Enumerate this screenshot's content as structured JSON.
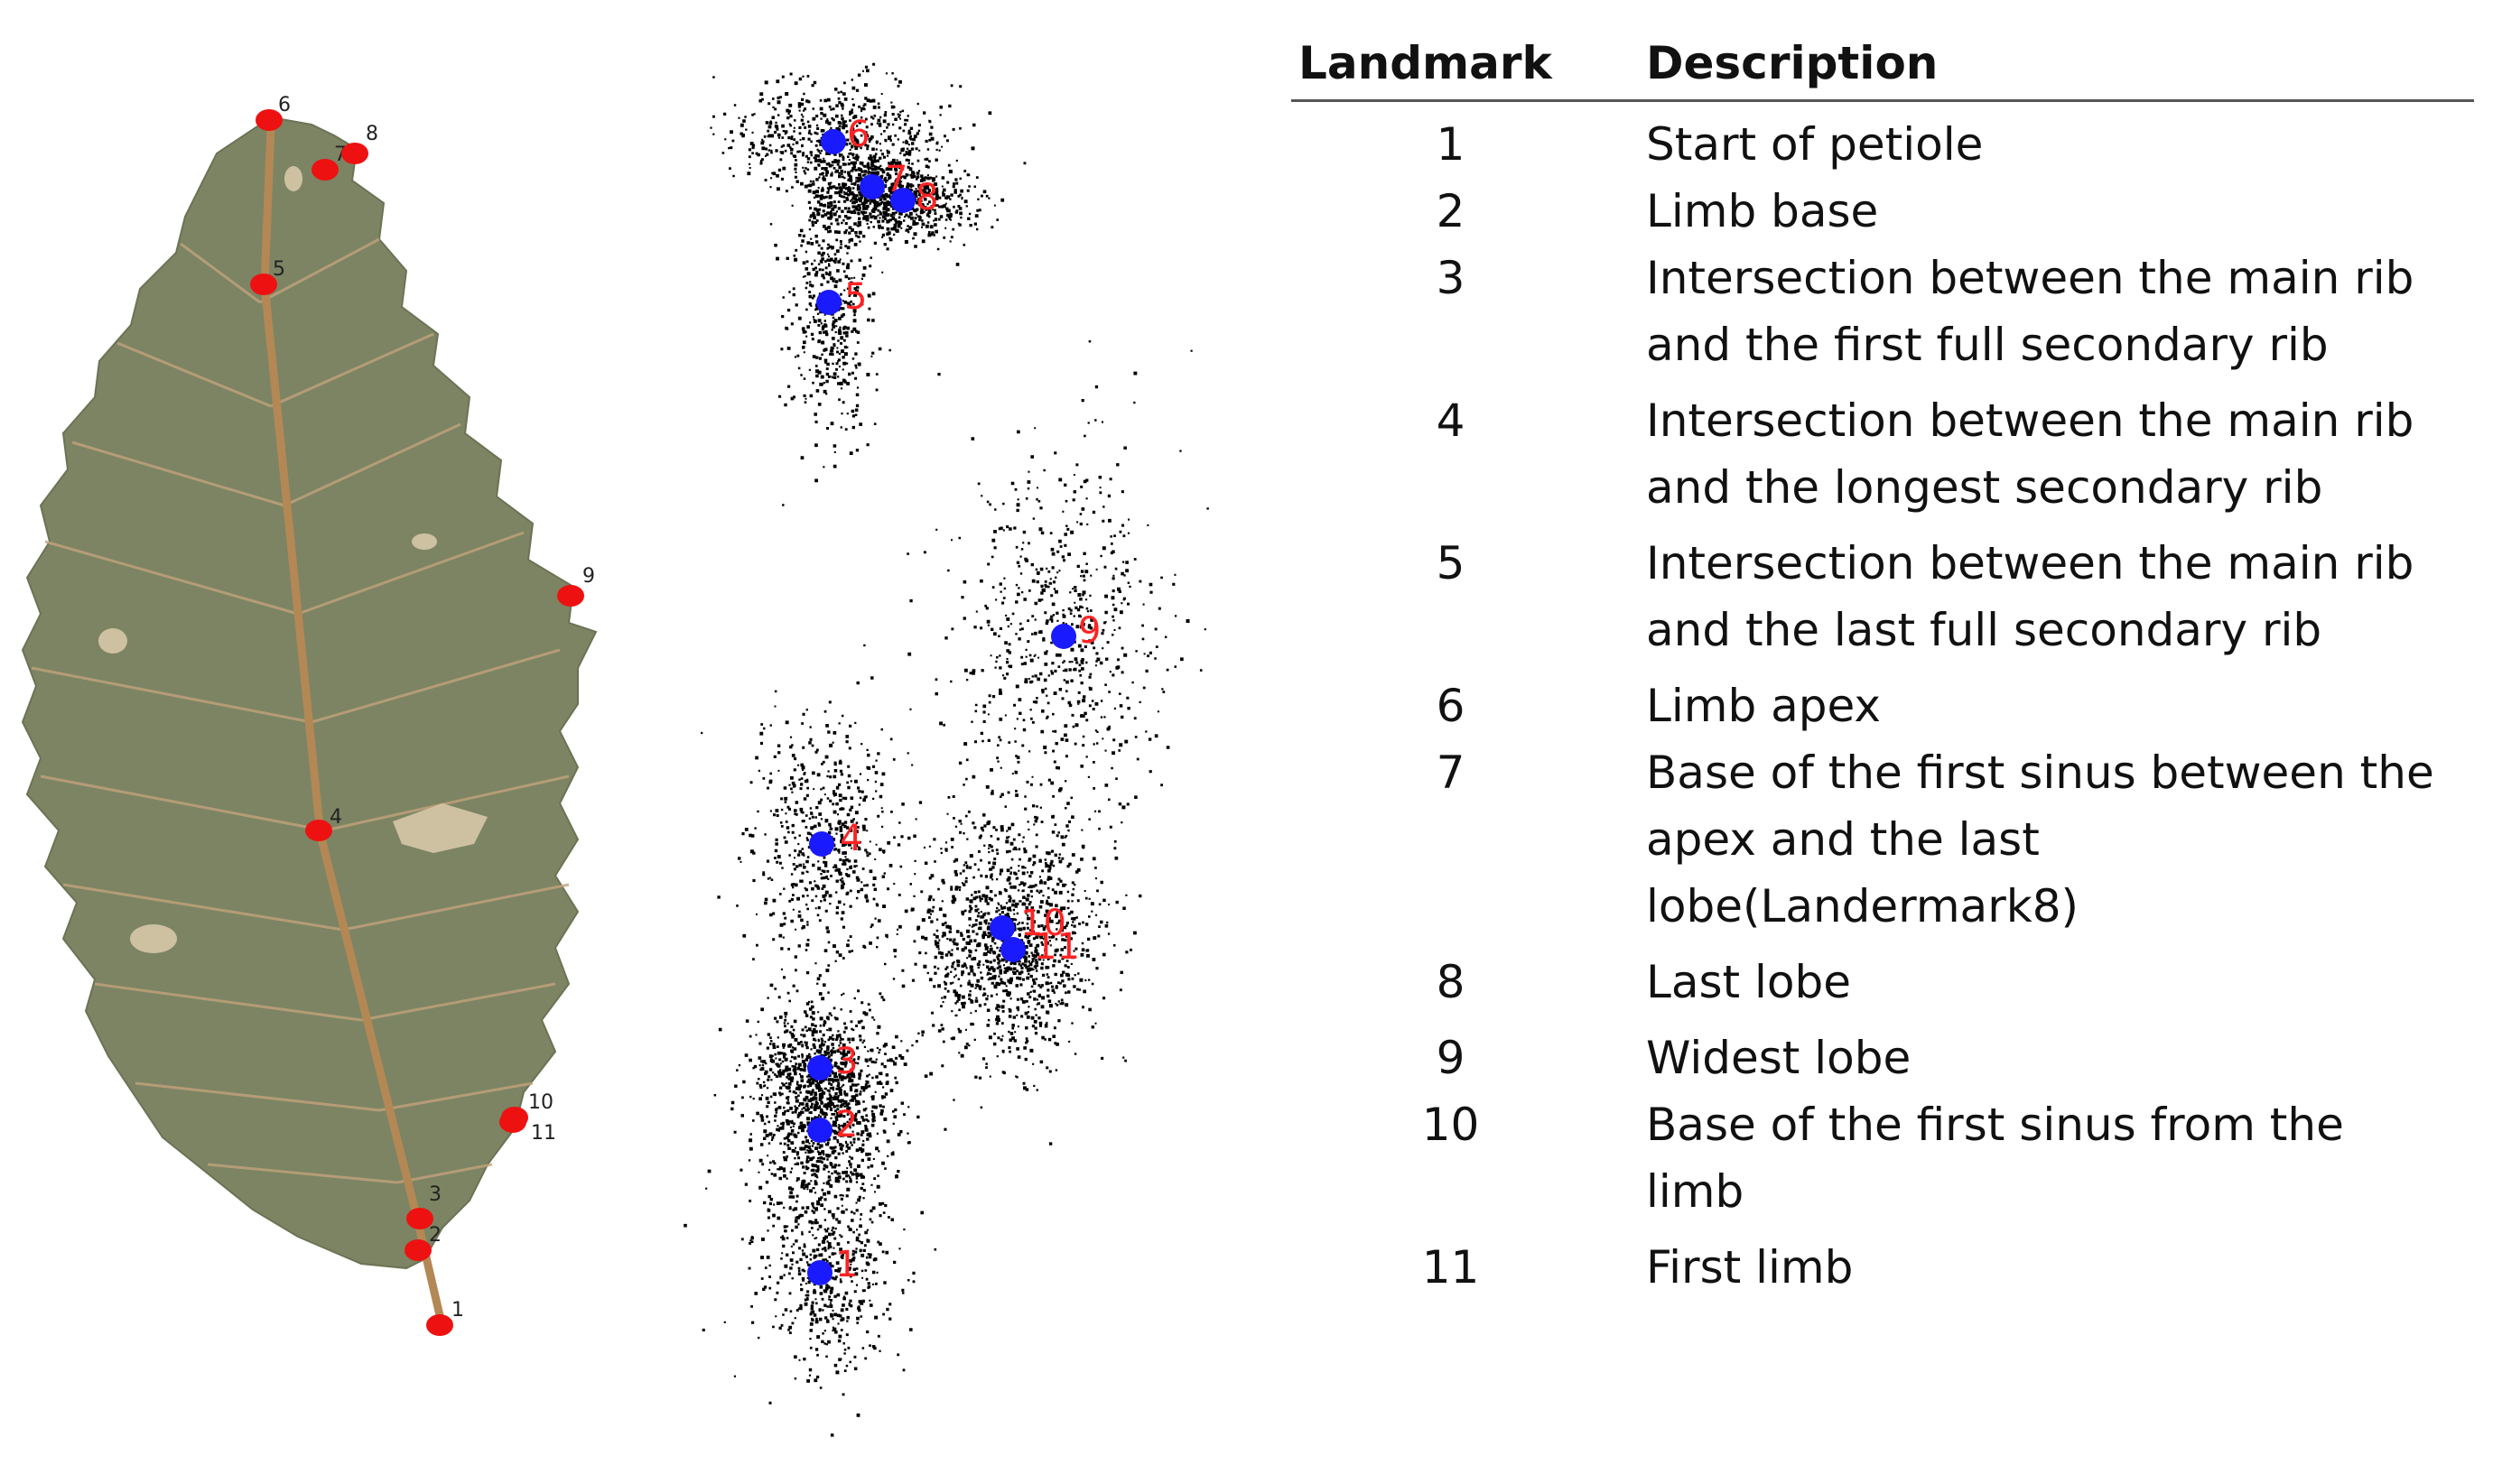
{
  "leaf_labels": [
    "1",
    "2",
    "3",
    "4",
    "5",
    "6",
    "7",
    "8",
    "9",
    "10",
    "11"
  ],
  "scatter_labels": [
    "1",
    "2",
    "3",
    "4",
    "5",
    "6",
    "7",
    "8",
    "9",
    "10",
    "11"
  ],
  "colors": {
    "leaf_fill": "#7c8463",
    "leaf_vein": "#c2a37c",
    "midrib": "#b38855",
    "landmark_red": "#ee1111",
    "mean_blue": "#1a1aff",
    "scatter_black": "#000000",
    "label_red": "#ff2222"
  },
  "table": {
    "headers": {
      "landmark": "Landmark",
      "description": "Description"
    },
    "rows": [
      {
        "landmark": "1",
        "lines": [
          "Start of petiole"
        ]
      },
      {
        "landmark": "2",
        "lines": [
          "Limb base"
        ]
      },
      {
        "landmark": "3",
        "lines": [
          "Intersection between the main rib",
          "and the first full secondary rib"
        ]
      },
      {
        "landmark": "4",
        "lines": [
          "Intersection between the main rib",
          "and the longest secondary rib"
        ]
      },
      {
        "landmark": "5",
        "lines": [
          "Intersection between the main rib",
          "and the last full secondary rib"
        ]
      },
      {
        "landmark": "6",
        "lines": [
          "Limb apex"
        ]
      },
      {
        "landmark": "7",
        "lines": [
          "Base of the first sinus between the",
          "apex and the last",
          "lobe(Landermark8)"
        ]
      },
      {
        "landmark": "8",
        "lines": [
          "Last lobe"
        ]
      },
      {
        "landmark": "9",
        "lines": [
          "Widest lobe"
        ]
      },
      {
        "landmark": "10",
        "lines": [
          "Base of the first sinus from the",
          "limb"
        ]
      },
      {
        "landmark": "11",
        "lines": [
          "First limb"
        ]
      }
    ]
  }
}
